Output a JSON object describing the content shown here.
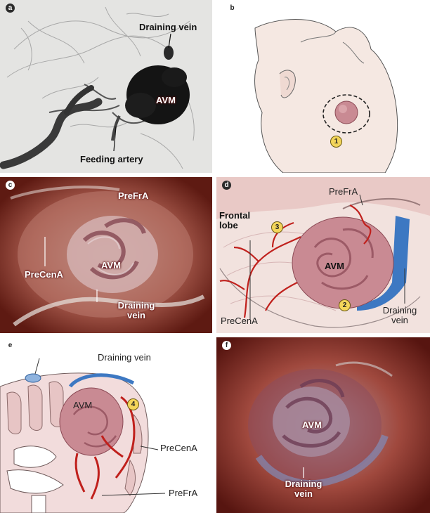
{
  "panels": {
    "a": {
      "letter": "a",
      "draining_vein": "Draining vein",
      "avm": "AVM",
      "feeding_artery": "Feeding artery"
    },
    "b": {
      "letter": "b",
      "marker": "1"
    },
    "c": {
      "letter": "c",
      "prefra": "PreFrA",
      "precena": "PreCenA",
      "avm": "AVM",
      "draining_vein_1": "Draining",
      "draining_vein_2": "vein"
    },
    "d": {
      "letter": "d",
      "prefra": "PreFrA",
      "frontal_1": "Frontal",
      "frontal_2": "lobe",
      "avm": "AVM",
      "precena": "PreCenA",
      "draining_1": "Draining",
      "draining_2": "vein",
      "marker_3": "3",
      "marker_2": "2"
    },
    "e": {
      "letter": "e",
      "draining_vein": "Draining vein",
      "avm": "AVM",
      "precena": "PreCenA",
      "prefra": "PreFrA",
      "marker_4": "4"
    },
    "f": {
      "letter": "f",
      "avm": "AVM",
      "draining_1": "Draining",
      "draining_2": "vein"
    }
  },
  "colors": {
    "artery": "#c0201c",
    "vein": "#3d78c2",
    "marker": "#f3d55a",
    "avm_pink": "#c98a93"
  }
}
